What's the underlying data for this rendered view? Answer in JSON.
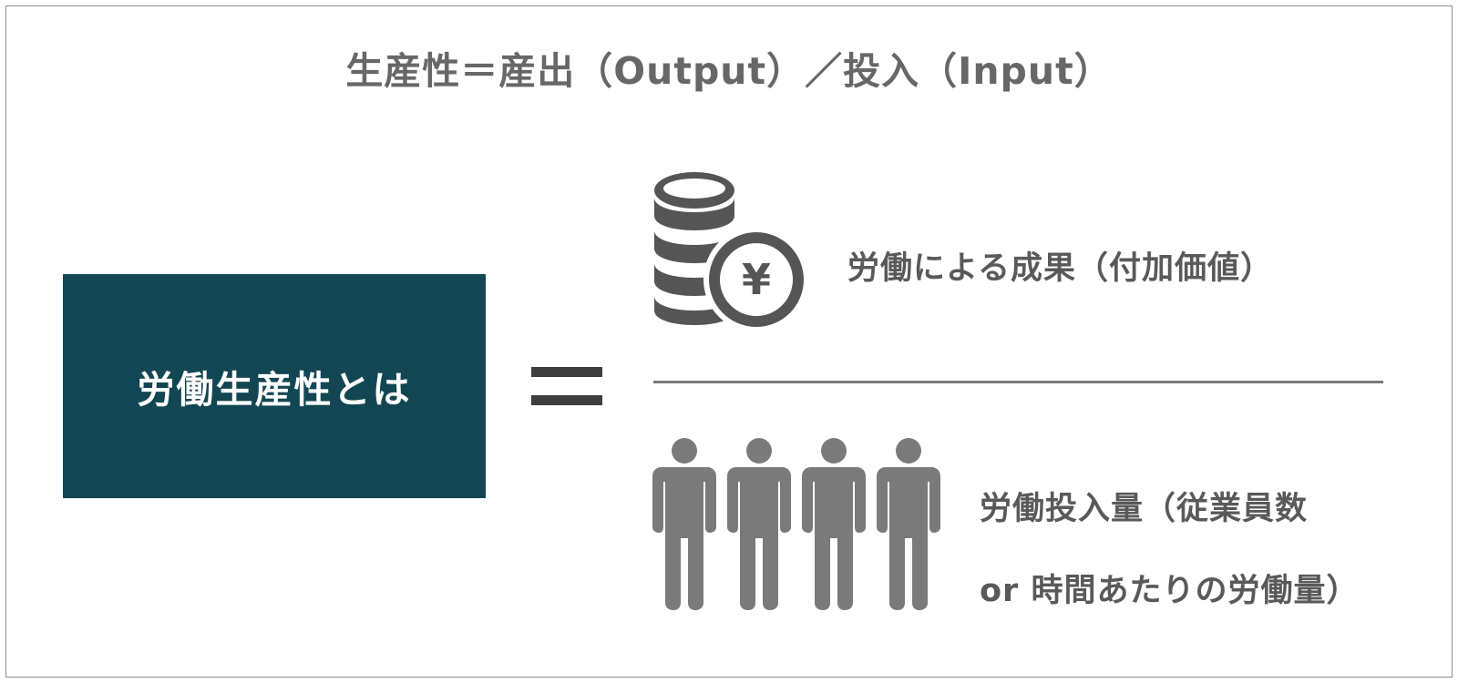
{
  "formula": "生産性＝産出（Output）／投入（Input）",
  "main_label": "労働生産性とは",
  "numerator": {
    "label": "労働による成果（付加価値）",
    "icon": "yen-coin-stack-icon",
    "icon_symbol": "¥"
  },
  "denominator": {
    "line1": "労働投入量（従業員数",
    "line2": "or 時間あたりの労働量）",
    "icon": "people-icon"
  },
  "colors": {
    "box": "#124652",
    "text_gray": "#595959",
    "icon_gray": "#7a7a7a",
    "icon_dark": "#555555",
    "equals": "#3e3e3e",
    "frame": "#8f8f8f"
  }
}
